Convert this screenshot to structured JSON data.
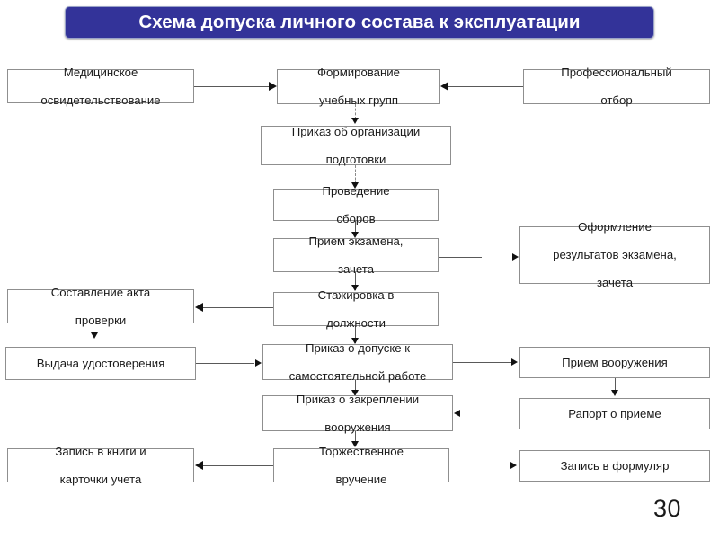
{
  "slide": {
    "title": "Схема допуска личного состава к эксплуатации",
    "title_bg_color": "#333399",
    "title_text_color": "#FFFFFF",
    "page_number": "30",
    "background_color": "#FFFFFF"
  },
  "diagram": {
    "type": "flowchart",
    "box_border_color": "#8F8F8F",
    "connector_color": "#595959",
    "nodes": [
      {
        "id": "med",
        "label": "Медицинское\nосвидетельствование",
        "lines": [
          "Медицинское",
          "освидетельствование"
        ]
      },
      {
        "id": "groups",
        "label": "Формирование\nучебных  групп",
        "lines": [
          "Формирование",
          "учебных  групп"
        ]
      },
      {
        "id": "prof",
        "label": "Профессиональный\nотбор",
        "lines": [
          "Профессиональный",
          "отбор"
        ]
      },
      {
        "id": "order_org",
        "label": "Приказ об организации\nподготовки",
        "lines": [
          "Приказ об организации",
          "подготовки"
        ]
      },
      {
        "id": "sbory",
        "label": "Проведение\nсборов",
        "lines": [
          "Проведение",
          "сборов"
        ]
      },
      {
        "id": "exam",
        "label": "Прием  экзамена,\nзачета",
        "lines": [
          "Прием  экзамена,",
          "зачета"
        ]
      },
      {
        "id": "exam_res",
        "label": "Оформление\nрезультатов экзамена,\nзачета",
        "lines": [
          "Оформление",
          "результатов экзамена,",
          "зачета"
        ]
      },
      {
        "id": "intern",
        "label": "Стажировка в\nдолжности",
        "lines": [
          "Стажировка в",
          "должности"
        ]
      },
      {
        "id": "act",
        "label": "Составление акта\nпроверки",
        "lines": [
          "Составление акта",
          "проверки"
        ]
      },
      {
        "id": "cert",
        "label": "Выдача удостоверения",
        "lines": [
          "Выдача удостоверения"
        ]
      },
      {
        "id": "order_adm",
        "label": "Приказ о допуске к\nсамостоятельной работе",
        "lines": [
          "Приказ о допуске к",
          "самостоятельной работе"
        ]
      },
      {
        "id": "arms_recv",
        "label": "Прием вооружения",
        "lines": [
          "Прием вооружения"
        ]
      },
      {
        "id": "order_fix",
        "label": "Приказ о закреплении\nвооружения",
        "lines": [
          "Приказ о закреплении",
          "вооружения"
        ]
      },
      {
        "id": "report",
        "label": "Рапорт о приеме",
        "lines": [
          "Рапорт о приеме"
        ]
      },
      {
        "id": "ceremony",
        "label": "Торжественное\nвручение",
        "lines": [
          "Торжественное",
          "вручение"
        ]
      },
      {
        "id": "books",
        "label": "Запись в книги и\nкарточки учета",
        "lines": [
          "Запись в книги и",
          "карточки учета"
        ]
      },
      {
        "id": "formular",
        "label": "Запись в формуляр",
        "lines": [
          "Запись в формуляр"
        ]
      }
    ],
    "edges": [
      {
        "from": "med",
        "to": "groups",
        "direction": "right"
      },
      {
        "from": "prof",
        "to": "groups",
        "direction": "left"
      },
      {
        "from": "groups",
        "to": "order_org",
        "direction": "down",
        "style": "dashed"
      },
      {
        "from": "order_org",
        "to": "sbory",
        "direction": "down",
        "style": "dashed"
      },
      {
        "from": "sbory",
        "to": "exam",
        "direction": "down"
      },
      {
        "from": "exam",
        "to": "exam_res",
        "direction": "right"
      },
      {
        "from": "exam",
        "to": "intern",
        "direction": "down"
      },
      {
        "from": "intern",
        "to": "act",
        "direction": "left"
      },
      {
        "from": "act",
        "to": "cert",
        "direction": "down"
      },
      {
        "from": "cert",
        "to": "order_adm",
        "direction": "right"
      },
      {
        "from": "intern",
        "to": "order_adm",
        "direction": "down"
      },
      {
        "from": "order_adm",
        "to": "arms_recv",
        "direction": "right"
      },
      {
        "from": "order_adm",
        "to": "order_fix",
        "direction": "down"
      },
      {
        "from": "arms_recv",
        "to": "report",
        "direction": "down"
      },
      {
        "from": "order_fix",
        "to": "ceremony",
        "direction": "down"
      },
      {
        "from": "ceremony",
        "to": "books",
        "direction": "left"
      },
      {
        "from": "order_fix",
        "to": "formular",
        "direction": "right"
      }
    ]
  }
}
